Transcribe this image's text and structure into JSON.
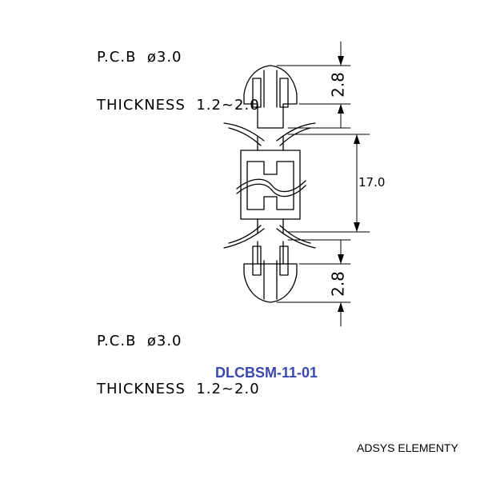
{
  "top_note": {
    "line1": "P.C.B  ø3.0",
    "line2": "THICKNESS  1.2~2.0"
  },
  "bottom_note": {
    "line1": "P.C.B  ø3.0",
    "line2": "THICKNESS  1.2~2.0"
  },
  "dimensions": {
    "top": "2.8",
    "middle": "17.0",
    "bottom": "2.8"
  },
  "part_number": "DLCBSM-11-01",
  "brand": "ADSYS ELEMENTY",
  "colors": {
    "line": "#000000",
    "part_number": "#3b47b0"
  }
}
